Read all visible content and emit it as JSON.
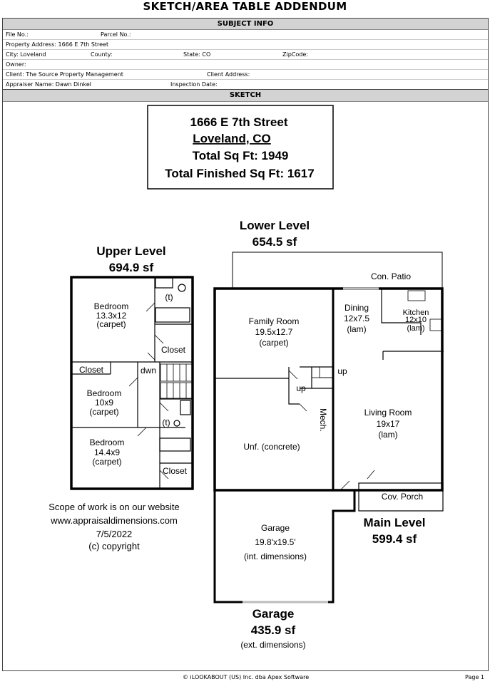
{
  "title": "SKETCH/AREA TABLE ADDENDUM",
  "subject_info": {
    "header": "SUBJECT INFO",
    "file_no": "File No.:",
    "parcel_no": "Parcel No.:",
    "property_address": "Property Address: 1666 E 7th Street",
    "city": "City: Loveland",
    "county": "County:",
    "state": "State: CO",
    "zipcode": "ZipCode:",
    "owner": "Owner:",
    "client": "Client: The Source Property Management",
    "client_address": "Client Address:",
    "appraiser": "Appraiser Name: Dawn Dinkel",
    "inspection_date": "Inspection Date:"
  },
  "sketch": {
    "header": "SKETCH",
    "summary": {
      "address": "1666 E 7th Street",
      "city": "Loveland, CO",
      "total": "Total Sq Ft: 1949",
      "finished": "Total Finished Sq Ft: 1617"
    },
    "upper_level": {
      "name": "Upper Level",
      "area": "694.9 sf"
    },
    "lower_level": {
      "name": "Lower Level",
      "area": "654.5 sf"
    },
    "main_level": {
      "name": "Main Level",
      "area": "599.4 sf"
    },
    "garage_level": {
      "name": "Garage",
      "area": "435.9 sf",
      "note": "(ext. dimensions)"
    },
    "rooms": {
      "bed1": [
        "Bedroom",
        "13.3x12",
        "(carpet)"
      ],
      "bed2": [
        "Bedroom",
        "10x9",
        "(carpet)"
      ],
      "bed3": [
        "Bedroom",
        "14.4x9",
        "(carpet)"
      ],
      "closet": "Closet",
      "toilet": "(t)",
      "dwn": "dwn",
      "up": "up",
      "family": [
        "Family Room",
        "19.5x12.7",
        "(carpet)"
      ],
      "unf": "Unf. (concrete)",
      "mech": "Mech.",
      "dining": [
        "Dining",
        "12x7.5",
        "(lam)"
      ],
      "kitchen": [
        "Kitchen",
        "12x10",
        "(lam)"
      ],
      "living": [
        "Living Room",
        "19x17",
        "(lam)"
      ],
      "patio": "Con. Patio",
      "porch": "Cov. Porch",
      "garage": [
        "Garage",
        "19.8'x19.5'",
        "(int. dimensions)"
      ]
    },
    "notes": [
      "Scope of work is on our website",
      "www.appraisaldimensions.com",
      "7/5/2022",
      "(c) copyright"
    ]
  },
  "footer": {
    "copyright": "© iLOOKABOUT (US) Inc. dba Apex Software",
    "page": "Page 1"
  }
}
